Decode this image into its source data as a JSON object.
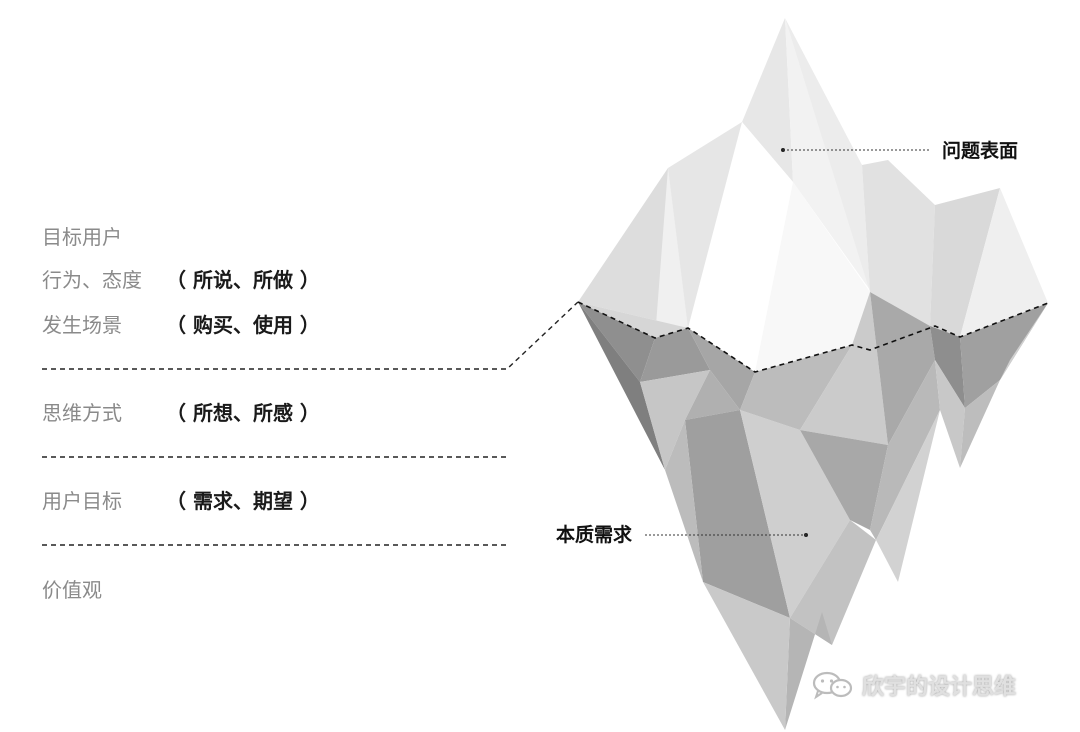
{
  "left_column": {
    "target_users": "目标用户",
    "behavior_attitude": "行为、态度",
    "behavior_attitude_note": "（ 所说、所做 ）",
    "scenario": "发生场景",
    "scenario_note": "（ 购买、使用 ）",
    "thinking": "思维方式",
    "thinking_note": "（ 所想、所感 ）",
    "user_goals": "用户目标",
    "user_goals_note": "（ 需求、期望 ）",
    "values": "价值观"
  },
  "callouts": {
    "surface": "问题表面",
    "essence": "本质需求"
  },
  "watermark": {
    "text": "欣宇的设计思维",
    "icon": "wechat-icon"
  },
  "colors": {
    "label_gray": "#8a8a8a",
    "note_black": "#1a1a1a",
    "iceberg_light": "#e6e6e6",
    "iceberg_dark": "#9b9b9b"
  }
}
